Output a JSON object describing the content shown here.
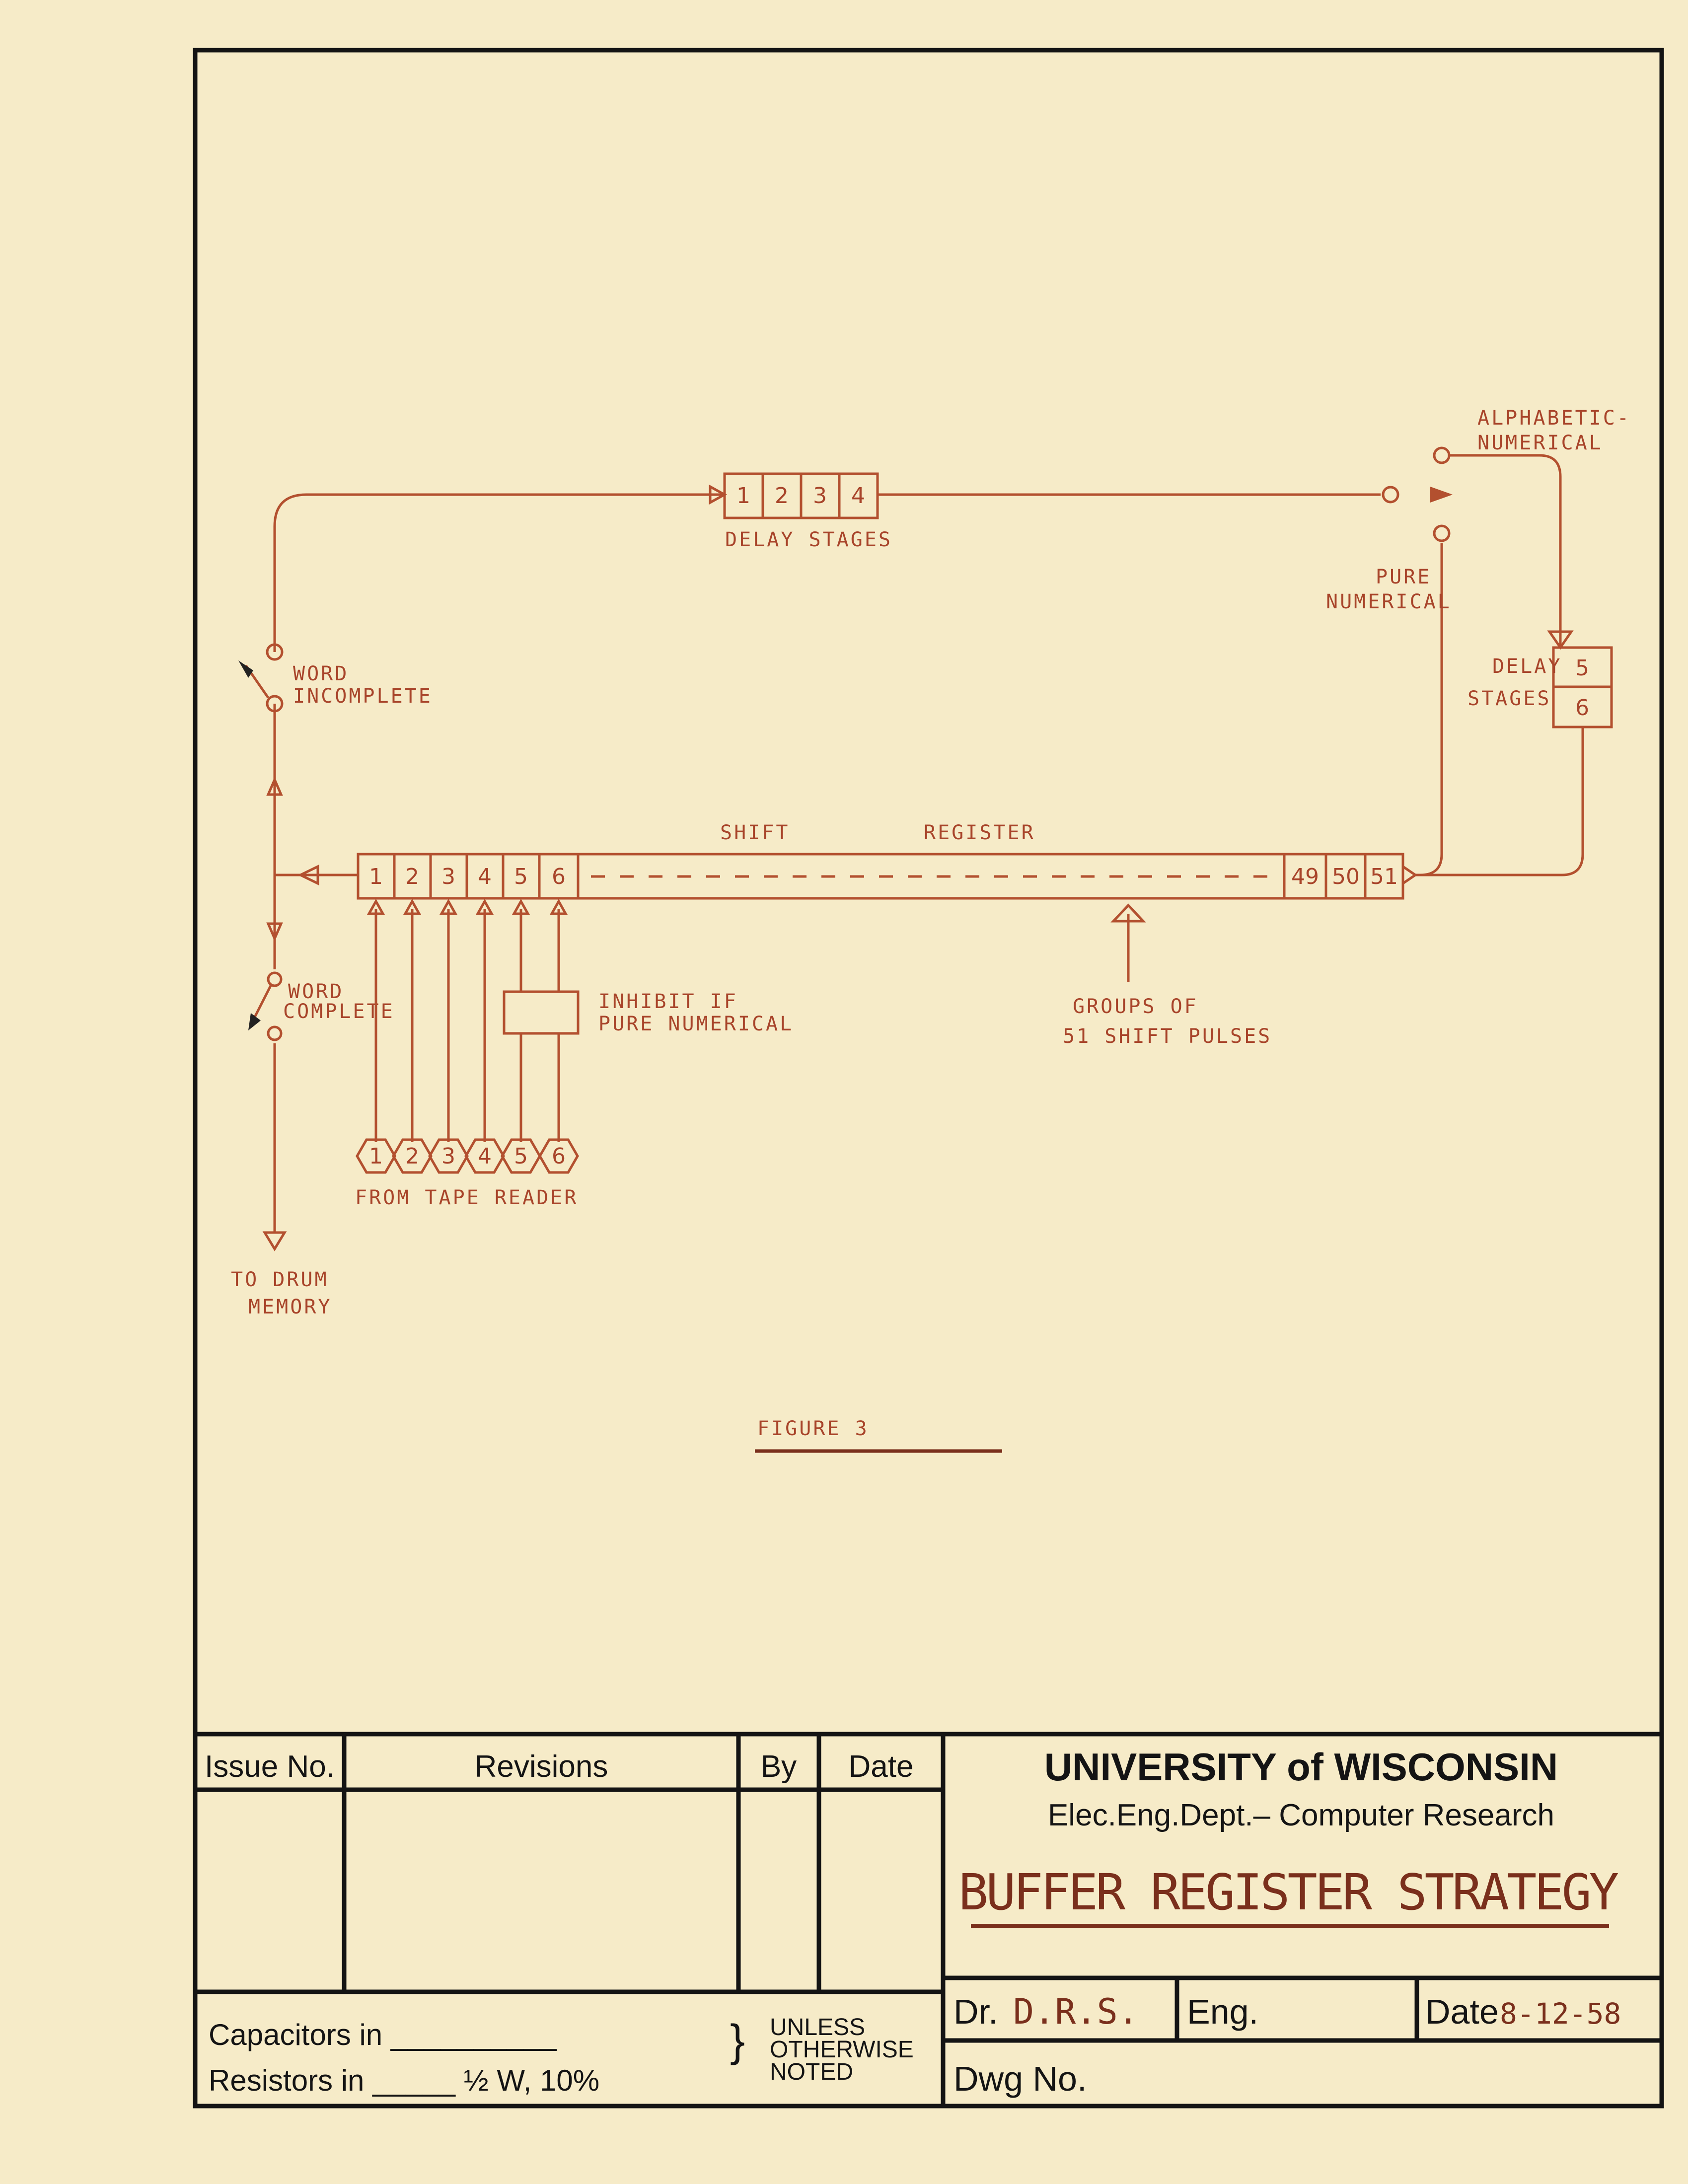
{
  "diagram": {
    "top_delay": {
      "cells": [
        "1",
        "2",
        "3",
        "4"
      ],
      "label": "DELAY STAGES"
    },
    "right_delay": {
      "cells": [
        "5",
        "6"
      ],
      "label_line1": "DELAY",
      "label_line2": "STAGES"
    },
    "alpha_label": [
      "ALPHABETIC-",
      "NUMERICAL"
    ],
    "pure_label": [
      "PURE",
      "NUMERICAL"
    ],
    "word_incomplete": [
      "WORD",
      "INCOMPLETE"
    ],
    "word_complete": [
      "WORD",
      "COMPLETE"
    ],
    "to_drum": [
      "TO DRUM",
      "MEMORY"
    ],
    "shift_register": {
      "title_1": "SHIFT",
      "title_2": "REGISTER",
      "cells_start": [
        "1",
        "2",
        "3",
        "4",
        "5",
        "6"
      ],
      "cells_end": [
        "49",
        "50",
        "51"
      ]
    },
    "inhibit_label": [
      "INHIBIT IF",
      "PURE NUMERICAL"
    ],
    "shift_pulses_label": [
      "GROUPS  OF",
      "51  SHIFT  PULSES"
    ],
    "tape_inputs": [
      "1",
      "2",
      "3",
      "4",
      "5",
      "6"
    ],
    "tape_label": "FROM  TAPE  READER",
    "figure_label": "FIGURE 3"
  },
  "title_block": {
    "headers": {
      "issue": "Issue No.",
      "revisions": "Revisions",
      "by": "By",
      "date": "Date"
    },
    "capacitors": "Capacitors in __________",
    "resistors": "Resistors  in _____ ½ W, 10%",
    "unless": [
      "UNLESS",
      "OTHERWISE",
      "NOTED"
    ],
    "university": "UNIVERSITY of WISCONSIN",
    "department": "Elec.Eng.Dept.– Computer Research",
    "drawing_title": "BUFFER REGISTER STRATEGY",
    "dr_label": "Dr.",
    "dr_value": "D.R.S.",
    "eng_label": "Eng.",
    "date_label": "Date",
    "date_value": "8-12-58",
    "dwg_label": "Dwg No."
  },
  "colors": {
    "paper": "#f6ebc8",
    "ink_red": "#b3502f",
    "ink_black": "#141414"
  }
}
